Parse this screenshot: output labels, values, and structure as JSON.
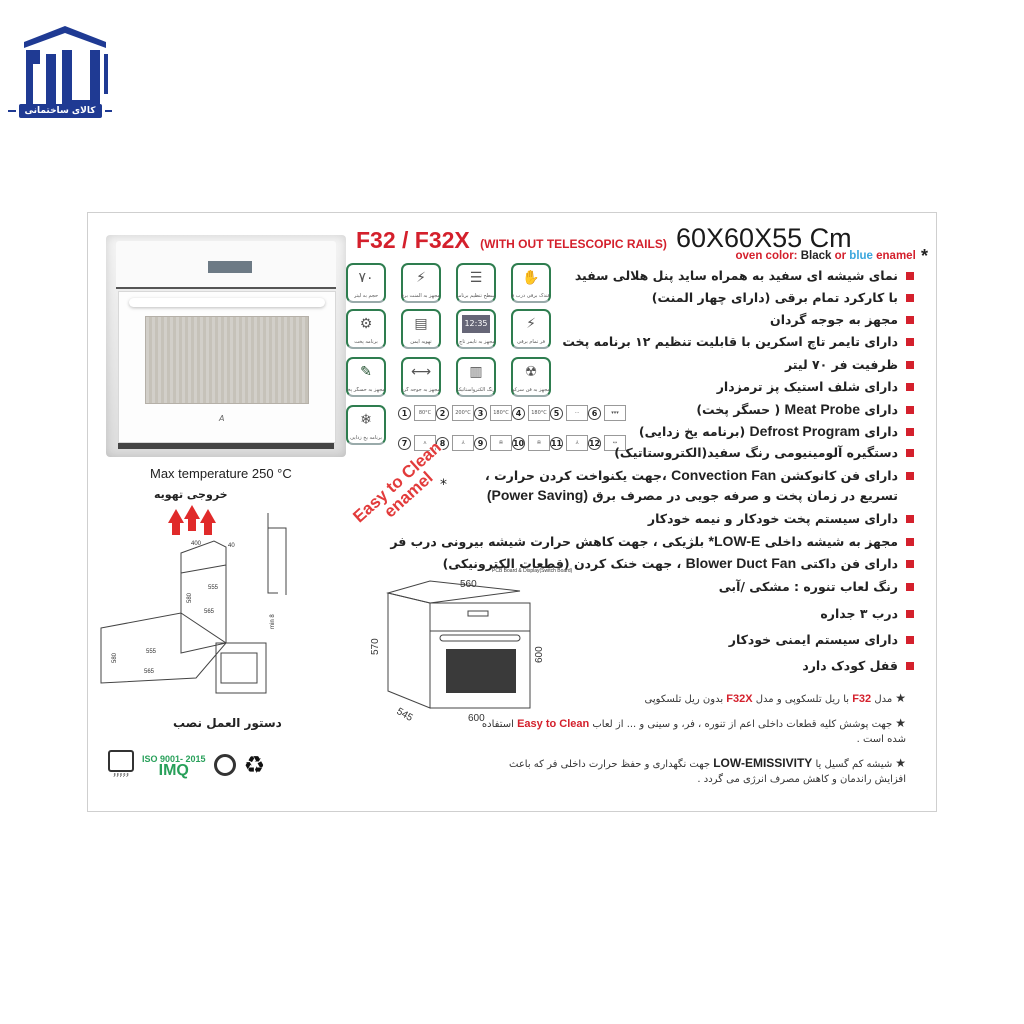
{
  "brand": {
    "logo_alt": "logo",
    "tagline": "کالای ساختمانی",
    "color": "#1f3a93"
  },
  "header": {
    "model": "F32 / F32X",
    "model_note": "(WITH OUT TELESCOPIC  RAILS)",
    "dimensions": "60X60X55 Cm",
    "oven_color_label": "oven color:",
    "oven_color_black": "Black",
    "oven_color_or": "or",
    "oven_color_blue": "blue",
    "oven_color_enamel": "enamel",
    "oven_color_star": "*"
  },
  "photo": {
    "brand_mark": "A",
    "max_temp": "Max temperature 250 °C"
  },
  "feature_icons": [
    {
      "glyph": "۷۰",
      "caption": "حجم به لیتر"
    },
    {
      "glyph": "⚡",
      "caption": "مجهز به المنت برقی"
    },
    {
      "glyph": "☰",
      "caption": "سطح تنظیم برنامه"
    },
    {
      "glyph": "✋",
      "caption": "فندک برقی درب فر"
    },
    {
      "glyph": "⚙",
      "caption": "برنامه پخت"
    },
    {
      "glyph": "▤",
      "caption": "تهویه ایمن"
    },
    {
      "glyph": "12:35",
      "caption": "مجهز به تایمر تاچ اسکرین"
    },
    {
      "glyph": "⚡",
      "caption": "فر تمام برقی"
    },
    {
      "glyph": "✎",
      "caption": "مجهز به حسگر پخت",
      "sub": "Meat Probe"
    },
    {
      "glyph": "⟷",
      "caption": "مجهز به جوجه گردان"
    },
    {
      "glyph": "▥",
      "caption": "رنگ الکترواستاتیک"
    },
    {
      "glyph": "☢",
      "caption": "مجهز به فن سرکولاسیون"
    },
    {
      "glyph": "❄",
      "caption": "برنامه یخ زدایی"
    }
  ],
  "cooking_modes": [
    {
      "num": "1",
      "label": "80°C"
    },
    {
      "num": "2",
      "label": "200°C"
    },
    {
      "num": "3",
      "label": "180°C"
    },
    {
      "num": "4",
      "label": "180°C"
    },
    {
      "num": "5",
      "label": "···"
    },
    {
      "num": "6",
      "label": "▾▾▾"
    },
    {
      "num": "7",
      "label": "⋏"
    },
    {
      "num": "8",
      "label": "⅄"
    },
    {
      "num": "9",
      "label": "✇"
    },
    {
      "num": "10",
      "label": "✇"
    },
    {
      "num": "11",
      "label": "⅄"
    },
    {
      "num": "12",
      "label": "↔"
    }
  ],
  "features": [
    {
      "text": "نمای شیشه ای  سفید به همراه ساید پنل هلالی سفید"
    },
    {
      "text": "با کارکرد تمام برقی (دارای چهار المنت)"
    },
    {
      "text": "مجهز به جوجه گردان"
    },
    {
      "text": "دارای تایمر تاچ اسکرین با قابلیت تنظیم ۱۲ برنامه پخت"
    },
    {
      "text": "ظرفیت فر ۷۰ لیتر"
    },
    {
      "text": "دارای شلف استیک پز ترمزدار"
    },
    {
      "pre": "دارای",
      "en": "Meat Probe",
      "post": "( حسگر پخت)"
    },
    {
      "pre": "دارای",
      "en": "Defrost Program",
      "post": "(برنامه یخ زدایی)"
    },
    {
      "text": "دستگیره آلومینیومی رنگ سفید(الکتروستاتیک)"
    },
    {
      "pre": "دارای فن کانوکشن",
      "en": "Convection Fan",
      "post": "،جهت یکنواخت کردن حرارت ،"
    },
    {
      "pre": "تسریع در زمان پخت و صرفه جویی در مصرف برق",
      "en": "(Power Saving)",
      "post": "",
      "continuation": true
    },
    {
      "text": "دارای سیستم پخت خودکار و نیمه خودکار"
    },
    {
      "pre": "مجهز به شیشه داخلی",
      "en": "LOW-E*",
      "post": "بلژیکی ، جهت کاهش حرارت شیشه بیرونی درب فر"
    },
    {
      "pre": "دارای فن داکتی",
      "en": "Blower Duct Fan",
      "post": "، جهت خنک کردن (قطعات الکترونیکی)"
    },
    {
      "text": "رنگ لعاب تنوره :  مشکی /آبی"
    },
    {
      "text": "درب ۳ جداره"
    },
    {
      "text": "دارای سیستم ایمنی خودکار"
    },
    {
      "text": "قفل کودک دارد"
    }
  ],
  "installation": {
    "vent_label": "خروجی تهویه",
    "title": "دستور العمل نصب",
    "dims_tall": {
      "top_w": "400",
      "top_gap": "40",
      "depth": "555",
      "height": "580",
      "width": "565"
    },
    "dims_under": {
      "depth": "555",
      "height": "580",
      "width": "565"
    },
    "dims_small_oven": {
      "w": "560",
      "h": "570",
      "d": "545",
      "front_w": "600",
      "front_h": "600"
    },
    "min_gap": "min 8"
  },
  "easy_clean": {
    "line1": "Easy to Clean",
    "line2": "enamel",
    "star": "*",
    "pcb_note": "PCB Board & Display(Switch Board)"
  },
  "oven_drawing": {
    "top_width": "560",
    "side_height": "570",
    "front_height": "600",
    "depth": "545",
    "front_width": "600"
  },
  "notes": [
    {
      "star": "★",
      "parts": [
        "مدل ",
        "F32",
        " با ریل تلسکوپی  و مدل  ",
        "F32X",
        "  بدون ریل تلسکوپی"
      ]
    },
    {
      "star": "★",
      "parts": [
        "جهت پوشش کلیه قطعات داخلی اعم از تنوره ، فر، و سینی و ... از لعاب ",
        "Easy to Clean",
        " استفاده شده است ."
      ]
    },
    {
      "star": "★",
      "parts": [
        "شیشه کم گسیل یا ",
        "LOW-EMISSIVITY",
        " جهت نگهداری و حفظ حرارت داخلی فر که باعث افزایش راندمان و کاهش  مصرف انرژی می گردد ."
      ]
    }
  ],
  "certifications": {
    "standard_code": "۶۶۶۶۶",
    "iso": "ISO 9001- 2015",
    "imq": "IMQ",
    "seal": "seal",
    "recycle": "♻"
  },
  "colors": {
    "accent_red": "#d4202c",
    "accent_blue": "#3aa6dd",
    "icon_green": "#2e7d4f",
    "cert_green": "#28a05a"
  }
}
